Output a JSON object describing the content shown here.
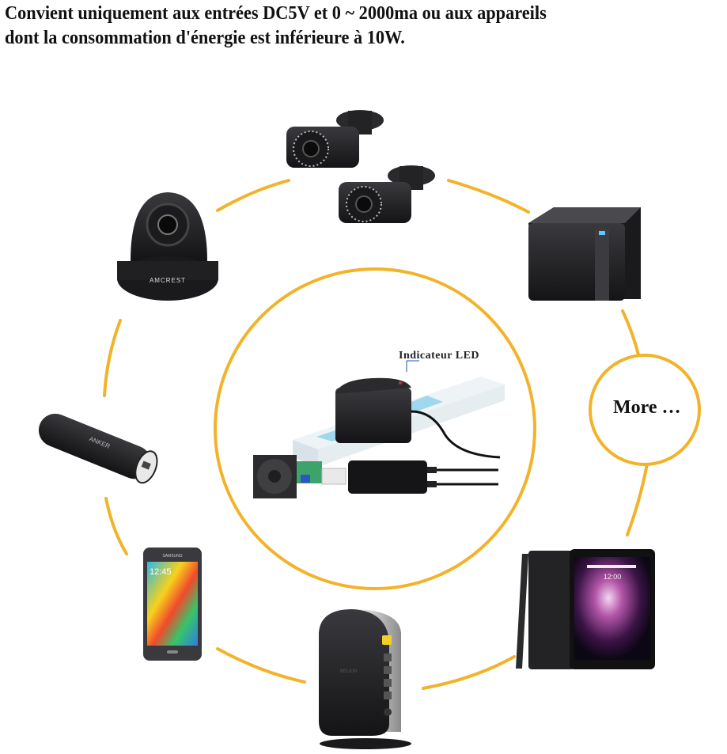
{
  "headline": {
    "line1": "Convient uniquement aux entrées DC5V et 0 ~ 2000ma ou aux appareils",
    "line2": "dont la consommation d'énergie est inférieure à 10W."
  },
  "center": {
    "led_label": "Indicateur LED",
    "items": [
      "power-adapter",
      "power-strip",
      "usb-load-tester-fan",
      "usb-power-converter"
    ]
  },
  "devices": [
    {
      "name": "bullet-cameras",
      "brand": ""
    },
    {
      "name": "bluetooth-speaker",
      "brand": ""
    },
    {
      "name": "more",
      "label": "More …"
    },
    {
      "name": "tablet",
      "screen_time": "12:00"
    },
    {
      "name": "wifi-router",
      "brand": "BELKIN"
    },
    {
      "name": "smartphone",
      "brand": "SAMSUNG",
      "screen_time": "12:45"
    },
    {
      "name": "power-bank",
      "brand": "ANKER"
    },
    {
      "name": "ptz-camera",
      "brand": "AMCREST"
    }
  ],
  "more_label": "More …",
  "colors": {
    "ring": "#f2b32a",
    "device_dark": "#1f1f22",
    "text": "#111111"
  }
}
